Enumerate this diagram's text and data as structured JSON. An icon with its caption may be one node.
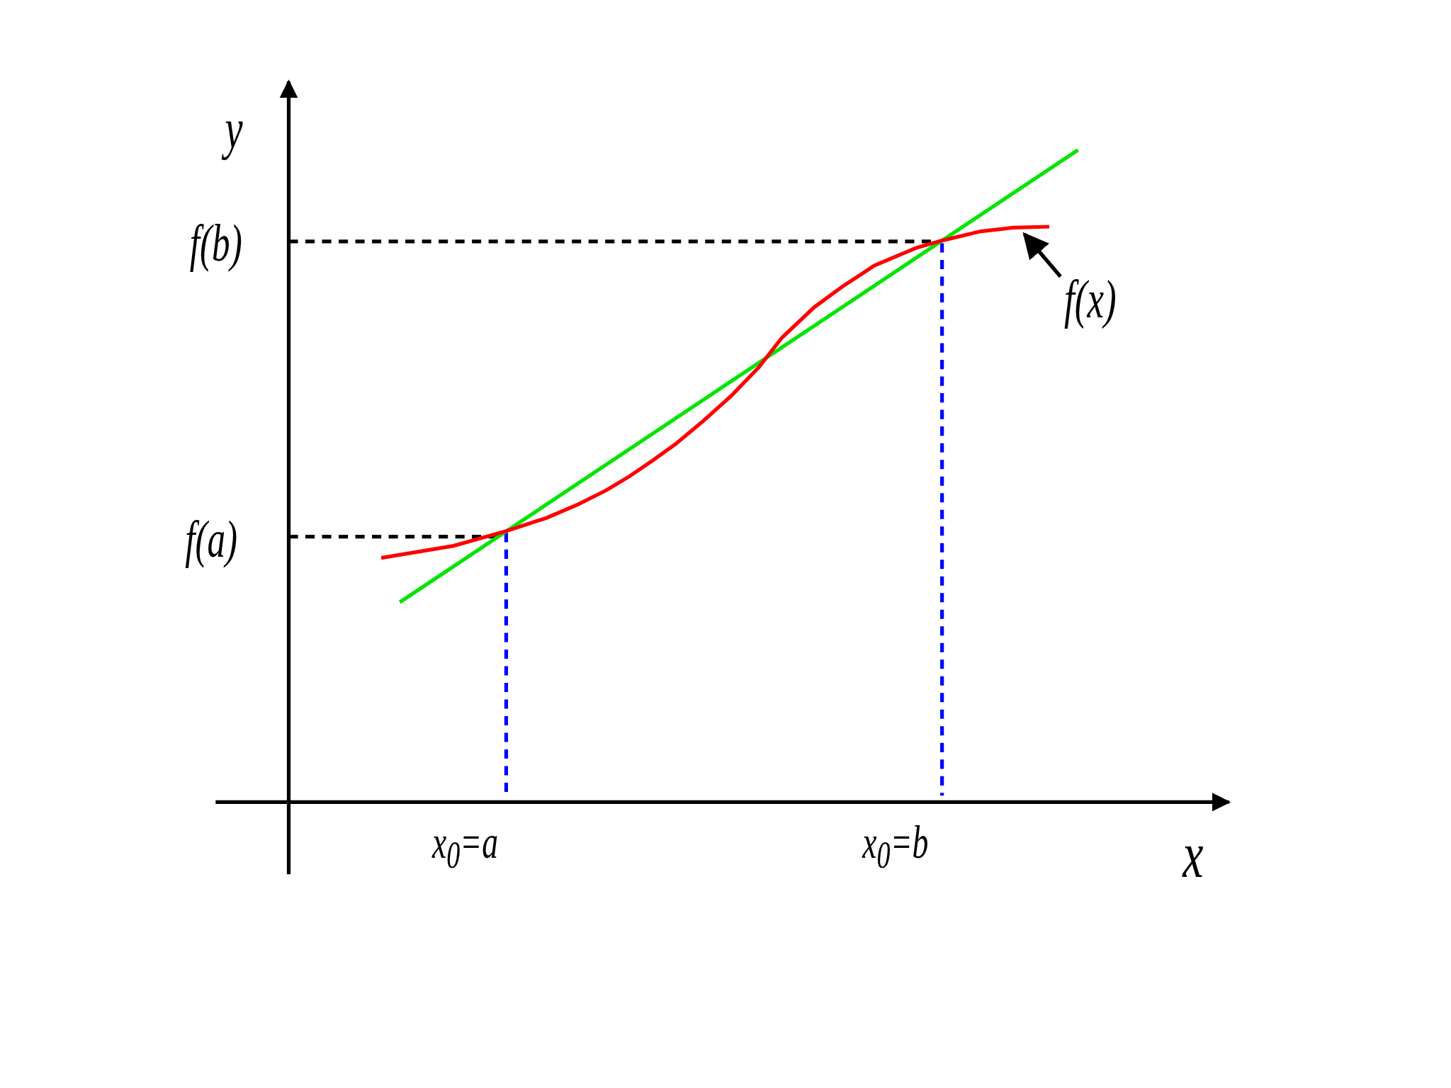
{
  "diagram": {
    "nodes": [
      {
        "text": [
          "f(x)"
        ]
      },
      {
        "text": [],
        "shape": "curve"
      }
    ],
    "edges": [
      {
        "from": 0,
        "to": 1,
        "arrow": "to"
      }
    ],
    "labels": [
      "y",
      "f(b)",
      "f(a)",
      "x$_{0}$=a",
      "x$_{0}$=b",
      "x"
    ]
  }
}
